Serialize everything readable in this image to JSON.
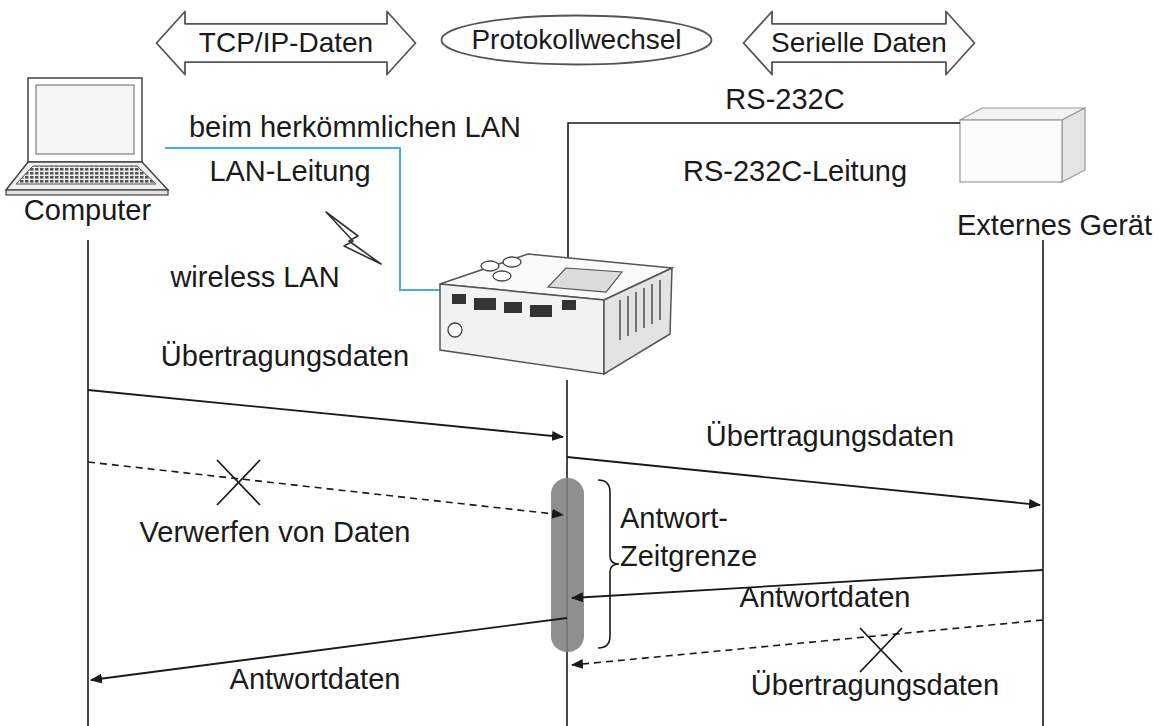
{
  "diagram": {
    "nodes": [
      {
        "text": [
          "TCP/IP-Daten"
        ]
      },
      {
        "text": [
          "Protokollwechsel"
        ]
      },
      {
        "text": [
          "Serielle Daten"
        ]
      },
      {
        "text": [
          "Computer"
        ]
      },
      {
        "text": [
          "Externes Gerät"
        ]
      }
    ],
    "labels": [
      "RS-232C",
      "beim herkömmlichen LAN",
      "LAN-Leitung",
      "RS-232C-Leitung",
      "wireless LAN",
      "Übertragungsdaten",
      "Übertragungsdaten",
      "Verwerfen von Daten",
      "Antwort- Zeitgrenze",
      "Antwortdaten",
      "Antwortdaten",
      "Übertragungsdaten"
    ]
  }
}
